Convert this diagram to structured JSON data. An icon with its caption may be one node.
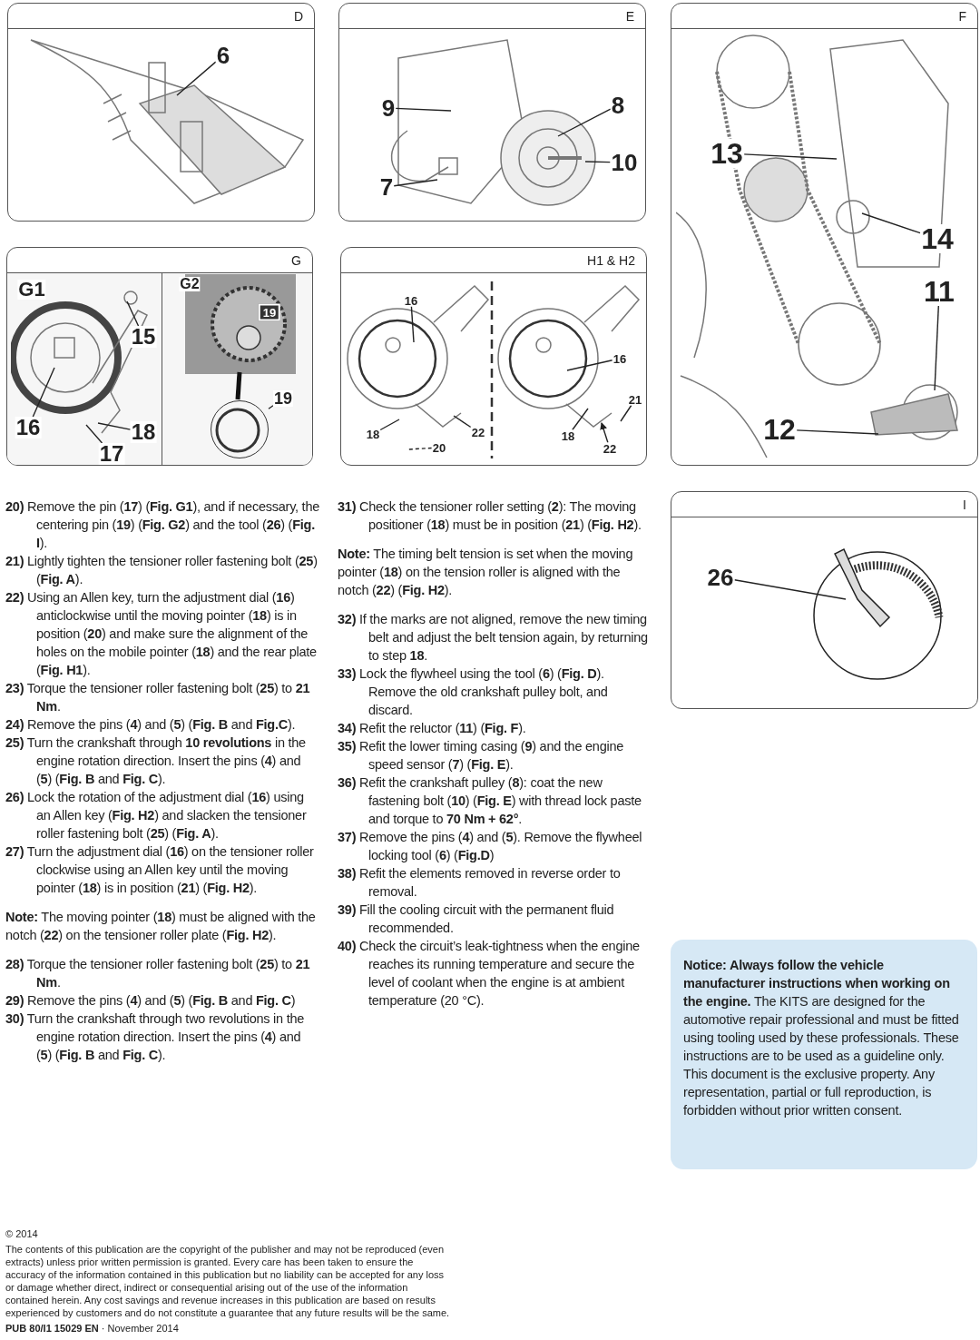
{
  "diagram": {
    "nodes": [
      {
        "text": [
          "D"
        ]
      },
      {
        "text": [
          "6"
        ],
        "in": 0
      },
      {
        "text": [
          "E"
        ]
      },
      {
        "text": [
          "9"
        ],
        "in": 2
      },
      {
        "text": [
          "8"
        ],
        "in": 2
      },
      {
        "text": [
          "10"
        ],
        "in": 2
      },
      {
        "text": [
          "7"
        ],
        "in": 2
      },
      {
        "text": [
          "F"
        ]
      },
      {
        "text": [
          "13"
        ],
        "in": 7
      },
      {
        "text": [
          "14"
        ],
        "in": 7
      },
      {
        "text": [
          "11"
        ],
        "in": 7
      },
      {
        "text": [
          "12"
        ],
        "in": 7
      },
      {
        "text": [
          "G"
        ]
      },
      {
        "text": [
          "G1"
        ],
        "in": 12
      },
      {
        "text": [
          "15"
        ],
        "in": 13
      },
      {
        "text": [
          "16"
        ],
        "in": 13
      },
      {
        "text": [
          "18"
        ],
        "in": 13
      },
      {
        "text": [
          "17"
        ],
        "in": 13
      },
      {
        "text": [
          "G2"
        ],
        "in": 12
      },
      {
        "text": [
          "19"
        ],
        "in": 18
      },
      {
        "text": [
          "19"
        ],
        "in": 18
      },
      {
        "text": [
          "H1 & H2"
        ]
      },
      {
        "text": [
          "16"
        ],
        "in": 21
      },
      {
        "text": [
          "18"
        ],
        "in": 21
      },
      {
        "text": [
          "20"
        ],
        "in": 21
      },
      {
        "text": [
          "22"
        ],
        "in": 21
      },
      {
        "text": [
          "16"
        ],
        "in": 21
      },
      {
        "text": [
          "21"
        ],
        "in": 21
      },
      {
        "text": [
          "18"
        ],
        "in": 21
      },
      {
        "text": [
          "22"
        ],
        "in": 21
      },
      {
        "text": [
          "I"
        ]
      },
      {
        "text": [
          "26"
        ],
        "in": 30
      },
      {
        "text": [],
        "shape": "circle",
        "in": 18
      },
      {
        "text": [
          "**Notice: Always follow the vehicle manufacturer instructions when working on the engine.** The KITS are designed for the automotive repair professional and must be fitted using tooling used by these professionals. These instructions are  to be used as a guideline only. This document is the exclusive property. Any representation, partial or full reproduction, is forbidden without prior written consent."
        ]
      }
    ],
    "edges": [
      {
        "from": 1,
        "to": null,
        "arrow": "none"
      },
      {
        "from": 3,
        "to": null,
        "arrow": "none"
      },
      {
        "from": 4,
        "to": null,
        "arrow": "none"
      },
      {
        "from": 5,
        "to": null,
        "arrow": "none"
      },
      {
        "from": 6,
        "to": null,
        "arrow": "none"
      },
      {
        "from": 8,
        "to": null,
        "arrow": "none"
      },
      {
        "from": 9,
        "to": null,
        "arrow": "none"
      },
      {
        "from": 10,
        "to": null,
        "arrow": "none"
      },
      {
        "from": 11,
        "to": null,
        "arrow": "none"
      },
      {
        "from": 14,
        "to": null,
        "arrow": "none"
      },
      {
        "from": 15,
        "to": null,
        "arrow": "none"
      },
      {
        "from": 16,
        "to": null,
        "arrow": "none"
      },
      {
        "from": 17,
        "to": null,
        "arrow": "none"
      },
      {
        "from": 20,
        "to": 32,
        "arrow": "none"
      },
      {
        "from": 22,
        "to": null,
        "arrow": "none"
      },
      {
        "from": 23,
        "to": null,
        "arrow": "none"
      },
      {
        "from": 24,
        "to": null,
        "arrow": "none",
        "style": "dashed"
      },
      {
        "from": 25,
        "to": null,
        "arrow": "none"
      },
      {
        "from": 26,
        "to": null,
        "arrow": "none"
      },
      {
        "from": 27,
        "to": null,
        "arrow": "none"
      },
      {
        "from": 28,
        "to": null,
        "arrow": "none"
      },
      {
        "from": 29,
        "to": null,
        "arrow": "to"
      },
      {
        "from": 31,
        "to": null,
        "arrow": "none"
      }
    ],
    "labels": [
      "**20)** Remove the pin (**17**) (**Fig. G1**), and if necessary, the centering pin (**19**) (**Fig. G2**) and the tool (**26**) (**Fig. I**).",
      "**21)** Lightly tighten the tensioner roller fastening bolt (**25**) (**Fig. A**).",
      "**22)** Using an Allen key, turn the adjustment dial (**16**) anticlockwise until the moving pointer (**18**) is in position (**20**) and make sure the alignment of the holes on the mobile pointer (**18**) and the rear plate (**Fig. H1**).",
      "**23)** Torque the tensioner roller fastening bolt (**25**) to **21 Nm**.",
      "**24)** Remove the pins (**4**) and (**5**) (**Fig. B** and **Fig.C**).",
      "**25)** Turn the crankshaft through **10 revolutions** in the engine rotation direction. Insert the pins (**4**) and (**5**) (**Fig. B** and **Fig. C**).",
      "**26)** Lock the rotation of the adjustment dial (**16**) using an Allen key (**Fig. H2**) and slacken the tensioner roller fastening bolt (**25**) (**Fig. A**).",
      "**27)** Turn the adjustment dial (**16**) on the tensioner roller clockwise using an Allen key until the moving pointer (**18**) is in position (**21**) (**Fig. H2**).",
      "**Note:** The moving pointer (**18**) must be aligned with the notch (**22**) on the tensioner roller plate (**Fig. H2**).",
      "**28)** Torque the tensioner roller fastening bolt (**25**) to **21 Nm**.",
      "**29)** Remove the pins (**4**) and (**5**) (**Fig. B** and **Fig. C**)",
      "**30)** Turn the crankshaft through two revolutions in the engine rotation direction. Insert the pins (**4**) and (**5**) (**Fig. B** and **Fig. C**).",
      "**31)** Check the tensioner roller setting (**2**): The moving positioner (**18**) must be in position (**21**) (**Fig. H2**).",
      "**Note:** The timing belt tension is set when the moving pointer (**18**) on the tension roller is aligned with the notch (**22**) (**Fig. H2**).",
      "**32)** If the marks are not aligned, remove the new timing belt and adjust the belt tension again, by returning to step **18**.",
      "**33)** Lock the flywheel using the tool (**6**) (**Fig. D**). Remove the old crankshaft pulley bolt, and discard.",
      "**34)** Refit the reluctor (**11**) (**Fig. F**).",
      "**35)** Refit the lower timing casing (**9**) and the engine speed sensor (**7**) (**Fig. E**).",
      "**36)** Refit the crankshaft pulley (**8**): coat the new fastening bolt (**10**) (**Fig. E**) with thread lock paste and torque to **70 Nm + 62°**.",
      "**37)** Remove the pins (**4**) and (**5**). Remove the flywheel locking tool (**6**) (**Fig.D**)",
      "**38)** Refit the elements removed in reverse order to removal.",
      "**39)** Fill the cooling circuit with the permanent fluid recommended.",
      "**40)** Check the circuit’s leak-tightness when the engine reaches its running temperature and secure the level of coolant when the engine is at ambient temperature (20 °C).",
      "© 2014",
      "The contents of this publication are the copyright of the publisher and may not be reproduced (even extracts) unless prior written permission is granted. Every care has been taken to ensure the accuracy of the information contained in this publication but no liability can be accepted for any loss or damage whether direct, indirect or consequential arising out of the use of the information contained herein. Any cost savings and revenue increases in this publication are based on results experienced by customers and do not constitute a guarantee that any future results will be the same.",
      "**PUB 80/I1 15029 EN** · November 2014"
    ]
  }
}
